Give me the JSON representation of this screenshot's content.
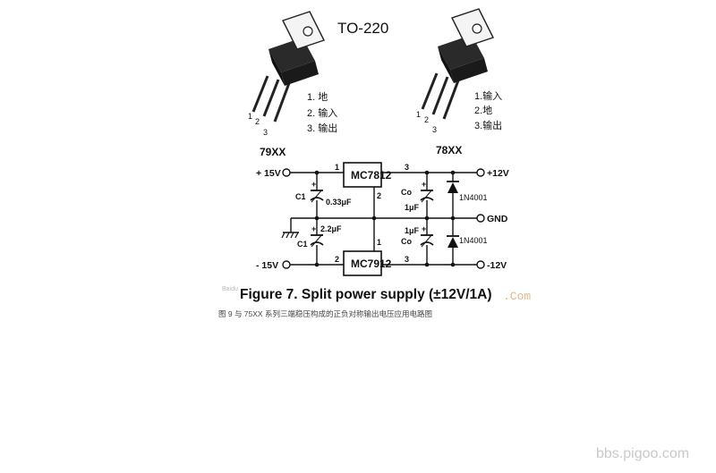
{
  "package_title": "TO-220",
  "left_package": {
    "name": "79XX",
    "pin_numbers": [
      "1",
      "2",
      "3"
    ],
    "pins": [
      "1. 地",
      "2. 输入",
      "3. 输出"
    ]
  },
  "right_package": {
    "name": "78XX",
    "pin_numbers": [
      "1",
      "2",
      "3"
    ],
    "pins": [
      "1.输入",
      "2.地",
      "3.输出"
    ]
  },
  "circuit": {
    "input_pos": "+ 15V",
    "input_neg": "- 15V",
    "output_pos": "+12V",
    "output_neg": "-12V",
    "gnd": "GND",
    "reg_pos": "MC7812",
    "reg_neg": "MC7912",
    "reg_pos_pins": [
      "1",
      "2",
      "3"
    ],
    "reg_neg_pins": [
      "2",
      "1",
      "3"
    ],
    "c1_top": "C1",
    "c1_top_value": "0.33μF",
    "c1_bottom": "C1",
    "c1_bottom_value": "2.2μF",
    "co_top": "Co",
    "co_top_value": "1μF",
    "co_bottom": "Co",
    "co_bottom_value": "1μF",
    "diode_top": "1N4001",
    "diode_bottom": "1N4001"
  },
  "figure_caption": "Figure 7. Split power supply (±12V/1A)",
  "watermark_left": "Baidu",
  "watermark_right": ".Com",
  "sub_caption": "图 9  与 75XX 系列三端稳压构成的正负对称输出电压应用电路图",
  "footer_watermark": "bbs.pigoo.com"
}
